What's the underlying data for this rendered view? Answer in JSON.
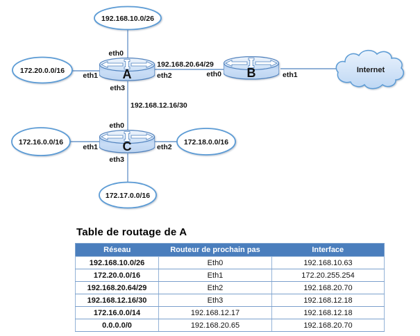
{
  "diagram": {
    "internet_label": "Internet",
    "routers": {
      "a": "A",
      "b": "B",
      "c": "C"
    },
    "networks": {
      "top_a": "192.168.10.0/26",
      "left_a": "172.20.0.0/16",
      "left_c": "172.16.0.0/16",
      "right_c": "172.18.0.0/16",
      "bottom_c": "172.17.0.0/16"
    },
    "links": {
      "a_b": "192.168.20.64/29",
      "a_c": "192.168.12.16/30"
    },
    "ports": {
      "a_eth0": "eth0",
      "a_eth1": "eth1",
      "a_eth2": "eth2",
      "a_eth3": "eth3",
      "b_eth0": "eth0",
      "b_eth1": "eth1",
      "c_eth0": "eth0",
      "c_eth1": "eth1",
      "c_eth2": "eth2",
      "c_eth3": "eth3"
    }
  },
  "table": {
    "title": "Table de routage de A",
    "headers": [
      "Réseau",
      "Routeur de prochain pas",
      "Interface"
    ],
    "rows": [
      {
        "network": "192.168.10.0/26",
        "next_hop": "Eth0",
        "interface": "192.168.10.63"
      },
      {
        "network": "172.20.0.0/16",
        "next_hop": "Eth1",
        "interface": "172.20.255.254"
      },
      {
        "network": "192.168.20.64/29",
        "next_hop": "Eth2",
        "interface": "192.168.20.70"
      },
      {
        "network": "192.168.12.16/30",
        "next_hop": "Eth3",
        "interface": "192.168.12.18"
      },
      {
        "network": "172.16.0.0/14",
        "next_hop": "192.168.12.17",
        "interface": "192.168.12.18"
      },
      {
        "network": "0.0.0.0/0",
        "next_hop": "192.168.20.65",
        "interface": "192.168.20.70"
      }
    ]
  },
  "colors": {
    "table_header_bg": "#4A7EBD",
    "table_border": "#7BA0CD",
    "diagram_stroke": "#5B9BD5",
    "router_stroke": "#4F81BD",
    "router_fill": "#C7DCF5",
    "cloud_fill": "#CDE0F6"
  }
}
